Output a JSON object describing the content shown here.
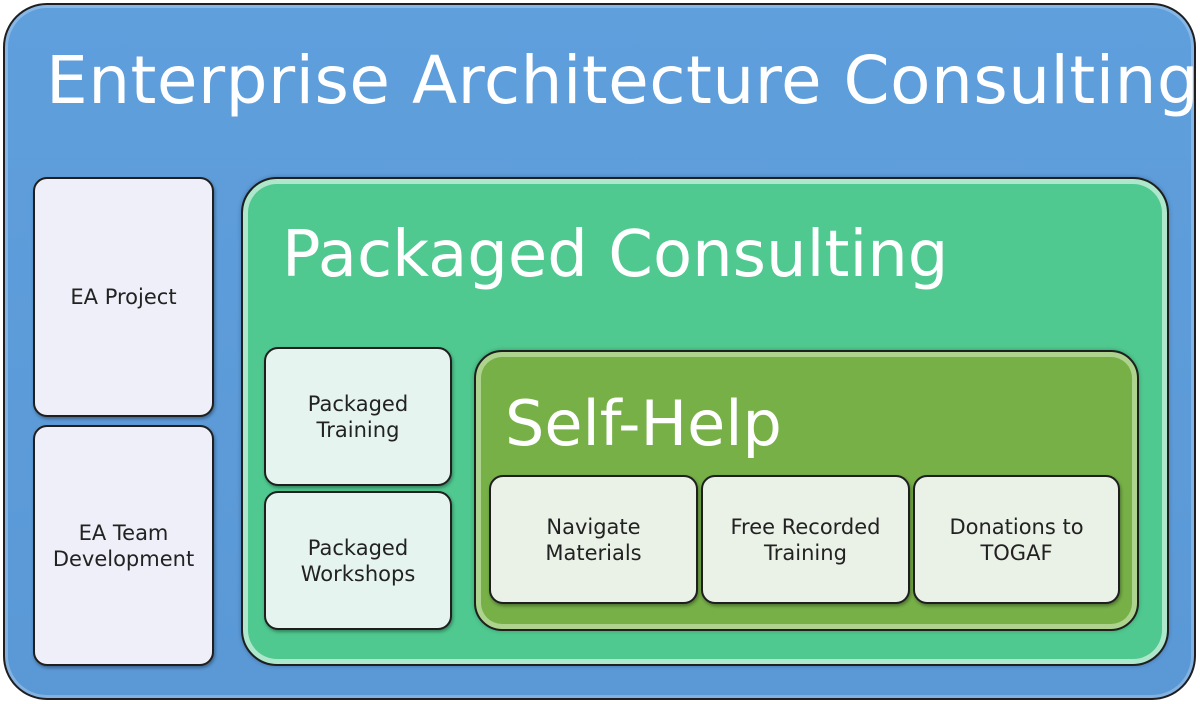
{
  "diagram": {
    "outer": {
      "title": "Enterprise Architecture Consulting",
      "color": "#5b9bd5",
      "items": [
        "EA Project",
        "EA Team\nDevelopment"
      ]
    },
    "middle": {
      "title": "Packaged Consulting",
      "color": "#4fc98f",
      "items": [
        "Packaged\nTraining",
        "Packaged\nWorkshops"
      ]
    },
    "inner": {
      "title": "Self-Help",
      "color": "#76b047",
      "items": [
        "Navigate\nMaterials",
        "Free Recorded\nTraining",
        "Donations to\nTOGAF"
      ]
    }
  }
}
